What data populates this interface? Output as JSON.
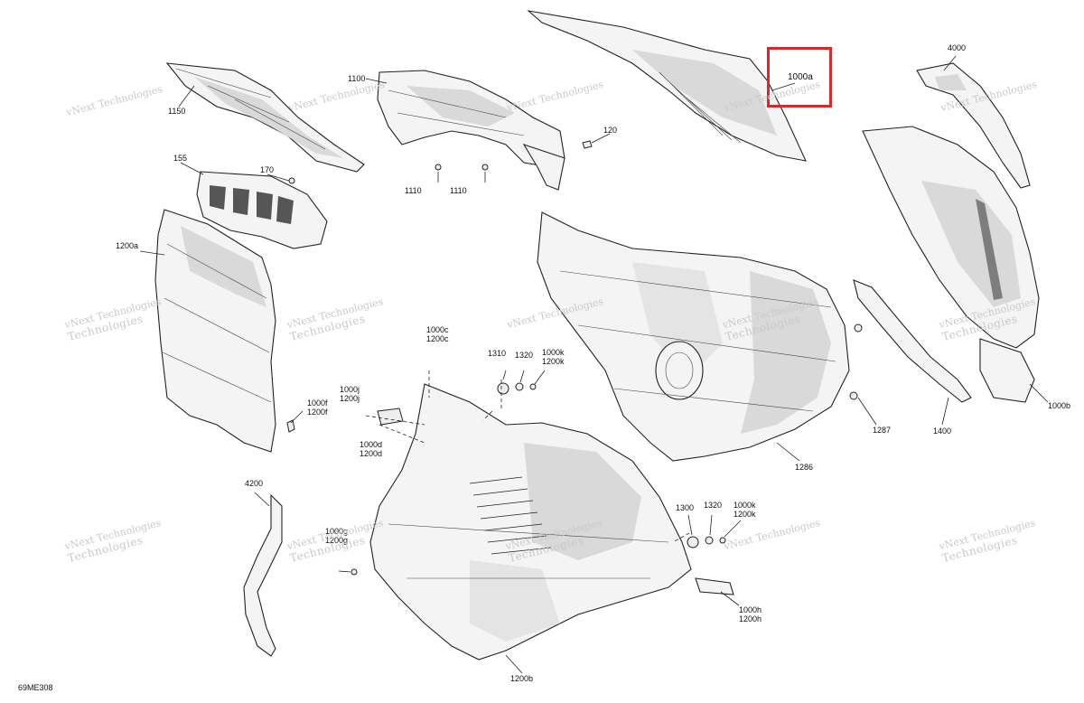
{
  "diagram_id": "69ME308",
  "highlight_callout": "1000a",
  "callouts": {
    "c1150": "1150",
    "c1100": "1100",
    "c1000a": "1000a",
    "c4000": "4000",
    "c120": "120",
    "c1110a": "1110",
    "c1110b": "1110",
    "c155": "155",
    "c170": "170",
    "c1200a": "1200a",
    "c1000c": "1000c\n1200c",
    "c1310": "1310",
    "c1320a": "1320",
    "c1000k_a": "1000k\n1200k",
    "c1000j": "1000j\n1200j",
    "c1000f": "1000f\n1200f",
    "c1000d": "1000d\n1200d",
    "c1287": "1287",
    "c1286": "1286",
    "c1400": "1400",
    "c1000b": "1000b",
    "c4200": "4200",
    "c1300": "1300",
    "c1320b": "1320",
    "c1000k_b": "1000k\n1200k",
    "c1000g": "1000g\n1200g",
    "c1000h": "1000h\n1200h",
    "c1200b": "1200b"
  },
  "watermark": {
    "line1": "vNext Technologies",
    "line2": "Technologies"
  },
  "colors": {
    "highlight": "#d62a2a",
    "watermark": "#c9c9c9"
  }
}
